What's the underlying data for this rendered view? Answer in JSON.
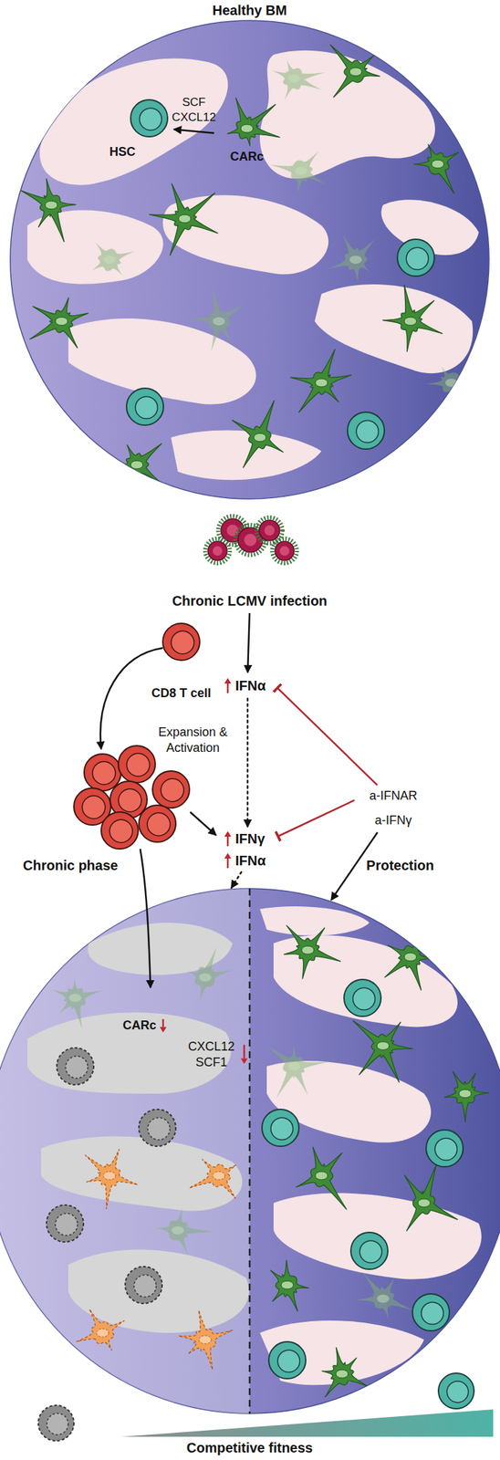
{
  "diagram": {
    "nodes": [
      {
        "text": [
          "Healthy BM"
        ]
      },
      {
        "text": [
          "HSC"
        ],
        "in": 0
      },
      {
        "text": [
          "CARc"
        ],
        "in": 0
      },
      {
        "text": [
          "Chronic LCMV infection"
        ]
      },
      {
        "text": [
          "CD8 T cell"
        ]
      },
      {
        "text": [
          "IFNα"
        ]
      },
      {
        "text": [
          "IFNγ",
          "IFNα"
        ]
      },
      {
        "text": [
          "a-IFNAR",
          "a-IFNγ"
        ]
      },
      {
        "text": [
          "Chronic phase",
          "Protection"
        ]
      }
    ],
    "edges": [
      {
        "from": 2,
        "to": 1,
        "label": "SCF CXCL12",
        "arrow": "to"
      },
      {
        "from": 3,
        "to": 5,
        "arrow": "to"
      },
      {
        "from": 5,
        "to": 6,
        "arrow": "to"
      },
      {
        "from": 6,
        "to": 8,
        "arrow": "to"
      },
      {
        "from": 7,
        "to": 5,
        "arrow": "to"
      },
      {
        "from": 7,
        "to": 6,
        "arrow": "to"
      },
      {
        "from": 7,
        "to": 8,
        "arrow": "to"
      }
    ],
    "labels": [
      "Expansion & Activation",
      "CARc",
      "CXCL12 SCF1",
      "Competitive fitness"
    ]
  }
}
